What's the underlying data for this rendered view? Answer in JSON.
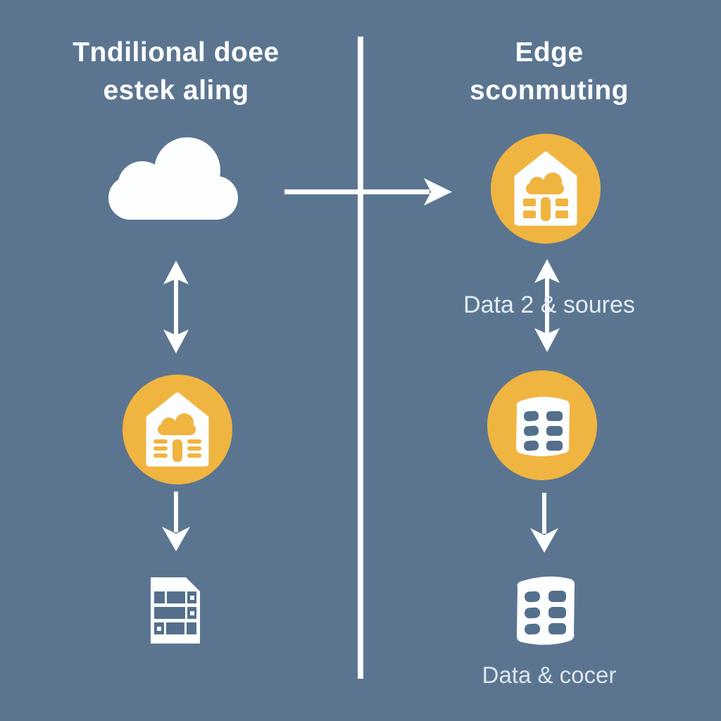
{
  "diagram": {
    "left_column": {
      "title_line1": "Tndilional doee",
      "title_line2": "estek aling",
      "icons": [
        "cloud-icon",
        "double-vertical-arrow-icon",
        "edge-gateway-building-icon",
        "down-arrow-icon",
        "server-rack-icon"
      ]
    },
    "right_column": {
      "title_line1": "Edge",
      "title_line2": "sconmuting",
      "arrow_label": "Data 2 & soures",
      "caption": "Data & cocer",
      "icons": [
        "edge-gateway-building-icon",
        "double-vertical-arrow-icon",
        "database-barrel-icon",
        "down-arrow-icon",
        "database-barrel-outline-icon"
      ]
    },
    "connector": {
      "cross_column_arrow": "left-to-right-arrow-icon"
    },
    "colors": {
      "background": "#5b7591",
      "divider": "#fcfeff",
      "accent_yellow": "#f0b441",
      "icon_white": "#fdfefe",
      "icon_navy": "#54708c",
      "title_text": "#fcfdfe",
      "label_text": "#e4ecf4"
    }
  }
}
